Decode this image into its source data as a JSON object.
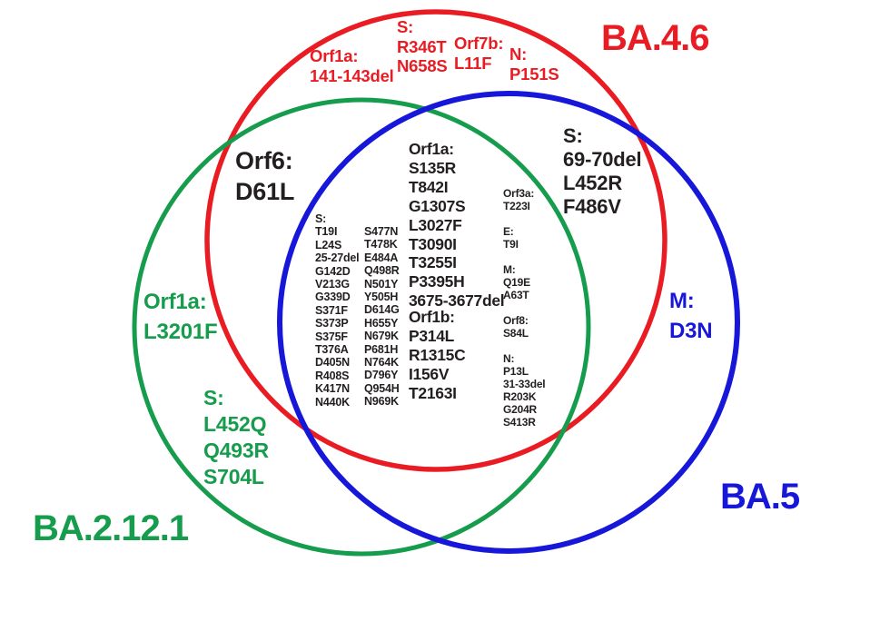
{
  "sets": {
    "ba46": {
      "label": "BA.4.6",
      "color": "#e91c23"
    },
    "ba2121": {
      "label": "BA.2.12.1",
      "color": "#159c4c"
    },
    "ba5": {
      "label": "BA.5",
      "color": "#1717d9"
    }
  },
  "regions": {
    "ba46_only": {
      "orf1a": [
        "Orf1a:",
        "141-143del"
      ],
      "s": [
        "S:",
        "R346T",
        "N658S"
      ],
      "orf7b": [
        "Orf7b:",
        "L11F"
      ],
      "n": [
        "N:",
        "P151S"
      ]
    },
    "ba46_ba2121": {
      "orf6": [
        "Orf6:",
        "D61L"
      ]
    },
    "ba46_ba5": {
      "s": [
        "S:",
        "69-70del",
        "L452R",
        "F486V"
      ]
    },
    "ba5_only": {
      "m": [
        "M:",
        "D3N"
      ]
    },
    "ba2121_only": {
      "orf1a": [
        "Orf1a:",
        "L3201F"
      ],
      "s": [
        "S:",
        "L452Q",
        "Q493R",
        "S704L"
      ]
    },
    "shared_all": {
      "orf1a": [
        "Orf1a:",
        "S135R",
        "T842I",
        "G1307S",
        "L3027F",
        "T3090I",
        "T3255I",
        "P3395H",
        "3675-3677del"
      ],
      "orf1b": [
        "Orf1b:",
        "P314L",
        "R1315C",
        "I156V",
        "T2163I"
      ],
      "s_col1": [
        "S:",
        "T19I",
        "L24S",
        "25-27del",
        "G142D",
        "V213G",
        "G339D",
        "S371F",
        "S373P",
        "S375F",
        "T376A",
        "D405N",
        "R408S",
        "K417N",
        "N440K"
      ],
      "s_col2": [
        "S477N",
        "T478K",
        "E484A",
        "Q498R",
        "N501Y",
        "Y505H",
        "D614G",
        "H655Y",
        "N679K",
        "P681H",
        "N764K",
        "D796Y",
        "Q954H",
        "N969K"
      ],
      "other_genes": [
        "Orf3a:",
        "T223I",
        "",
        "E:",
        "T9I",
        "",
        "M:",
        "Q19E",
        "A63T",
        "",
        "Orf8:",
        "S84L",
        "",
        "N:",
        "P13L",
        "31-33del",
        "R203K",
        "G204R",
        "S413R"
      ]
    }
  }
}
